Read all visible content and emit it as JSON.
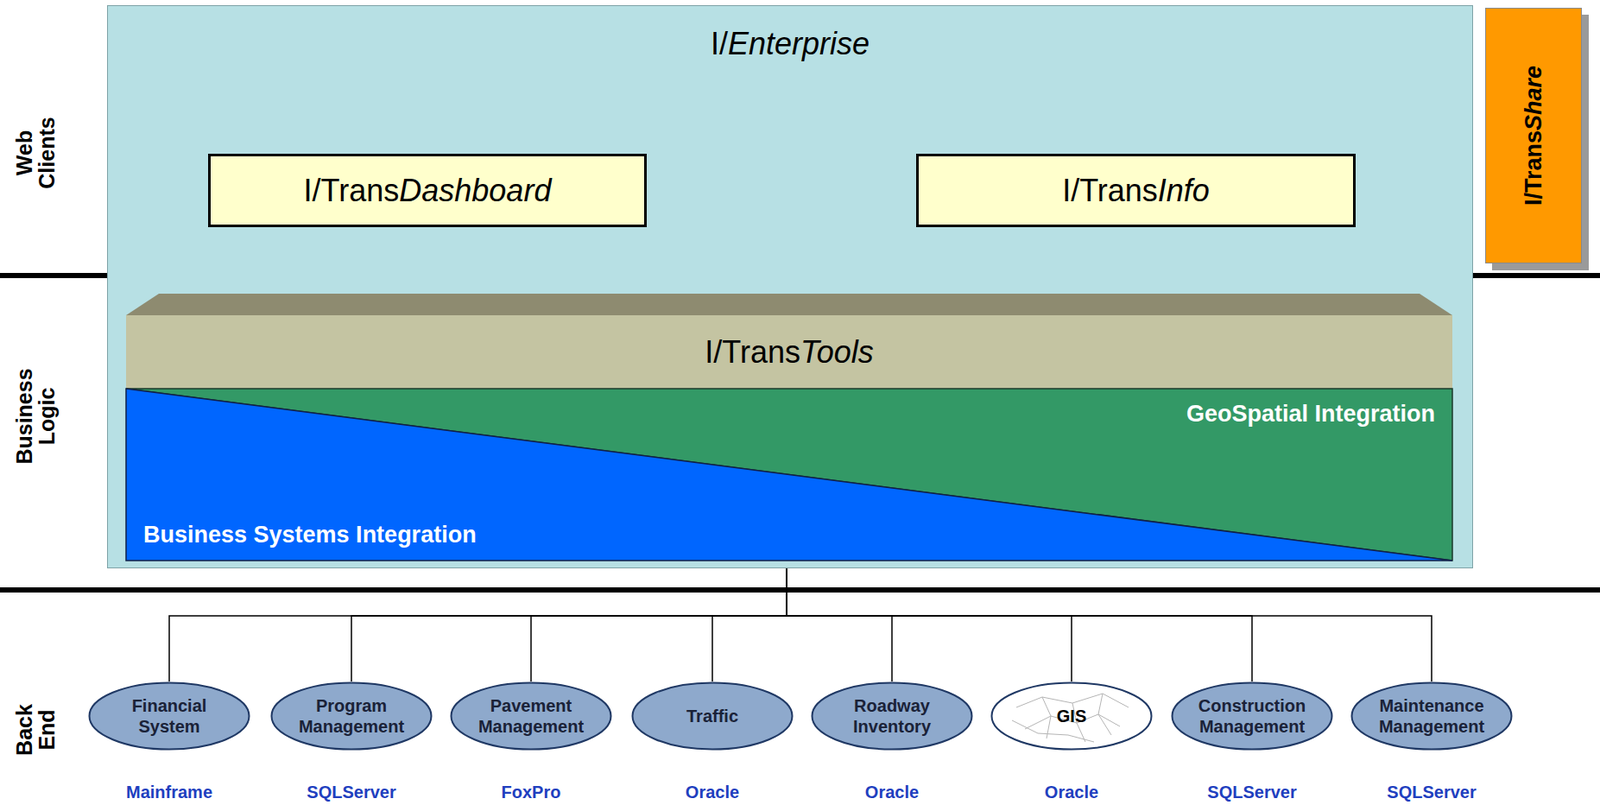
{
  "diagram": {
    "nodes": [
      {
        "text": [
          "I/Enterprise"
        ]
      },
      {
        "text": [
          "I/TransDashboard"
        ],
        "in": 0
      },
      {
        "text": [
          "I/TransInfo"
        ],
        "in": 0
      },
      {
        "text": [
          "I/TransShare"
        ]
      },
      {
        "text": [
          "I/TransTools"
        ],
        "in": 0
      },
      {
        "text": [
          "GeoSpatial Integration"
        ],
        "in": 0
      },
      {
        "text": [
          "Business Systems Integration"
        ],
        "in": 0
      },
      {
        "text": [
          "Financial System"
        ]
      },
      {
        "text": [
          "Program Management"
        ]
      },
      {
        "text": [
          "Pavement Management"
        ]
      },
      {
        "text": [
          "Traffic"
        ]
      },
      {
        "text": [
          "Roadway Inventory"
        ]
      },
      {
        "text": [
          "GIS"
        ]
      },
      {
        "text": [
          "Construction Management"
        ]
      },
      {
        "text": [
          "Maintenance Management"
        ]
      }
    ],
    "edges": [
      {
        "from": 7,
        "to": 6,
        "arrow": "to"
      },
      {
        "from": 8,
        "to": 6,
        "arrow": "to"
      },
      {
        "from": 9,
        "to": 6,
        "arrow": "to"
      },
      {
        "from": 10,
        "to": 6,
        "arrow": "to"
      },
      {
        "from": 11,
        "to": 6,
        "arrow": "to"
      },
      {
        "from": 12,
        "to": 6,
        "arrow": "to"
      },
      {
        "from": 13,
        "to": 6,
        "arrow": "to"
      },
      {
        "from": 14,
        "to": 6,
        "arrow": "to"
      }
    ],
    "labels": [
      "Web Clients",
      "Business Logic",
      "Back End",
      "Mainframe",
      "SQLServer",
      "FoxPro",
      "Oracle",
      "Oracle",
      "Oracle",
      "SQLServer",
      "SQLServer"
    ]
  }
}
